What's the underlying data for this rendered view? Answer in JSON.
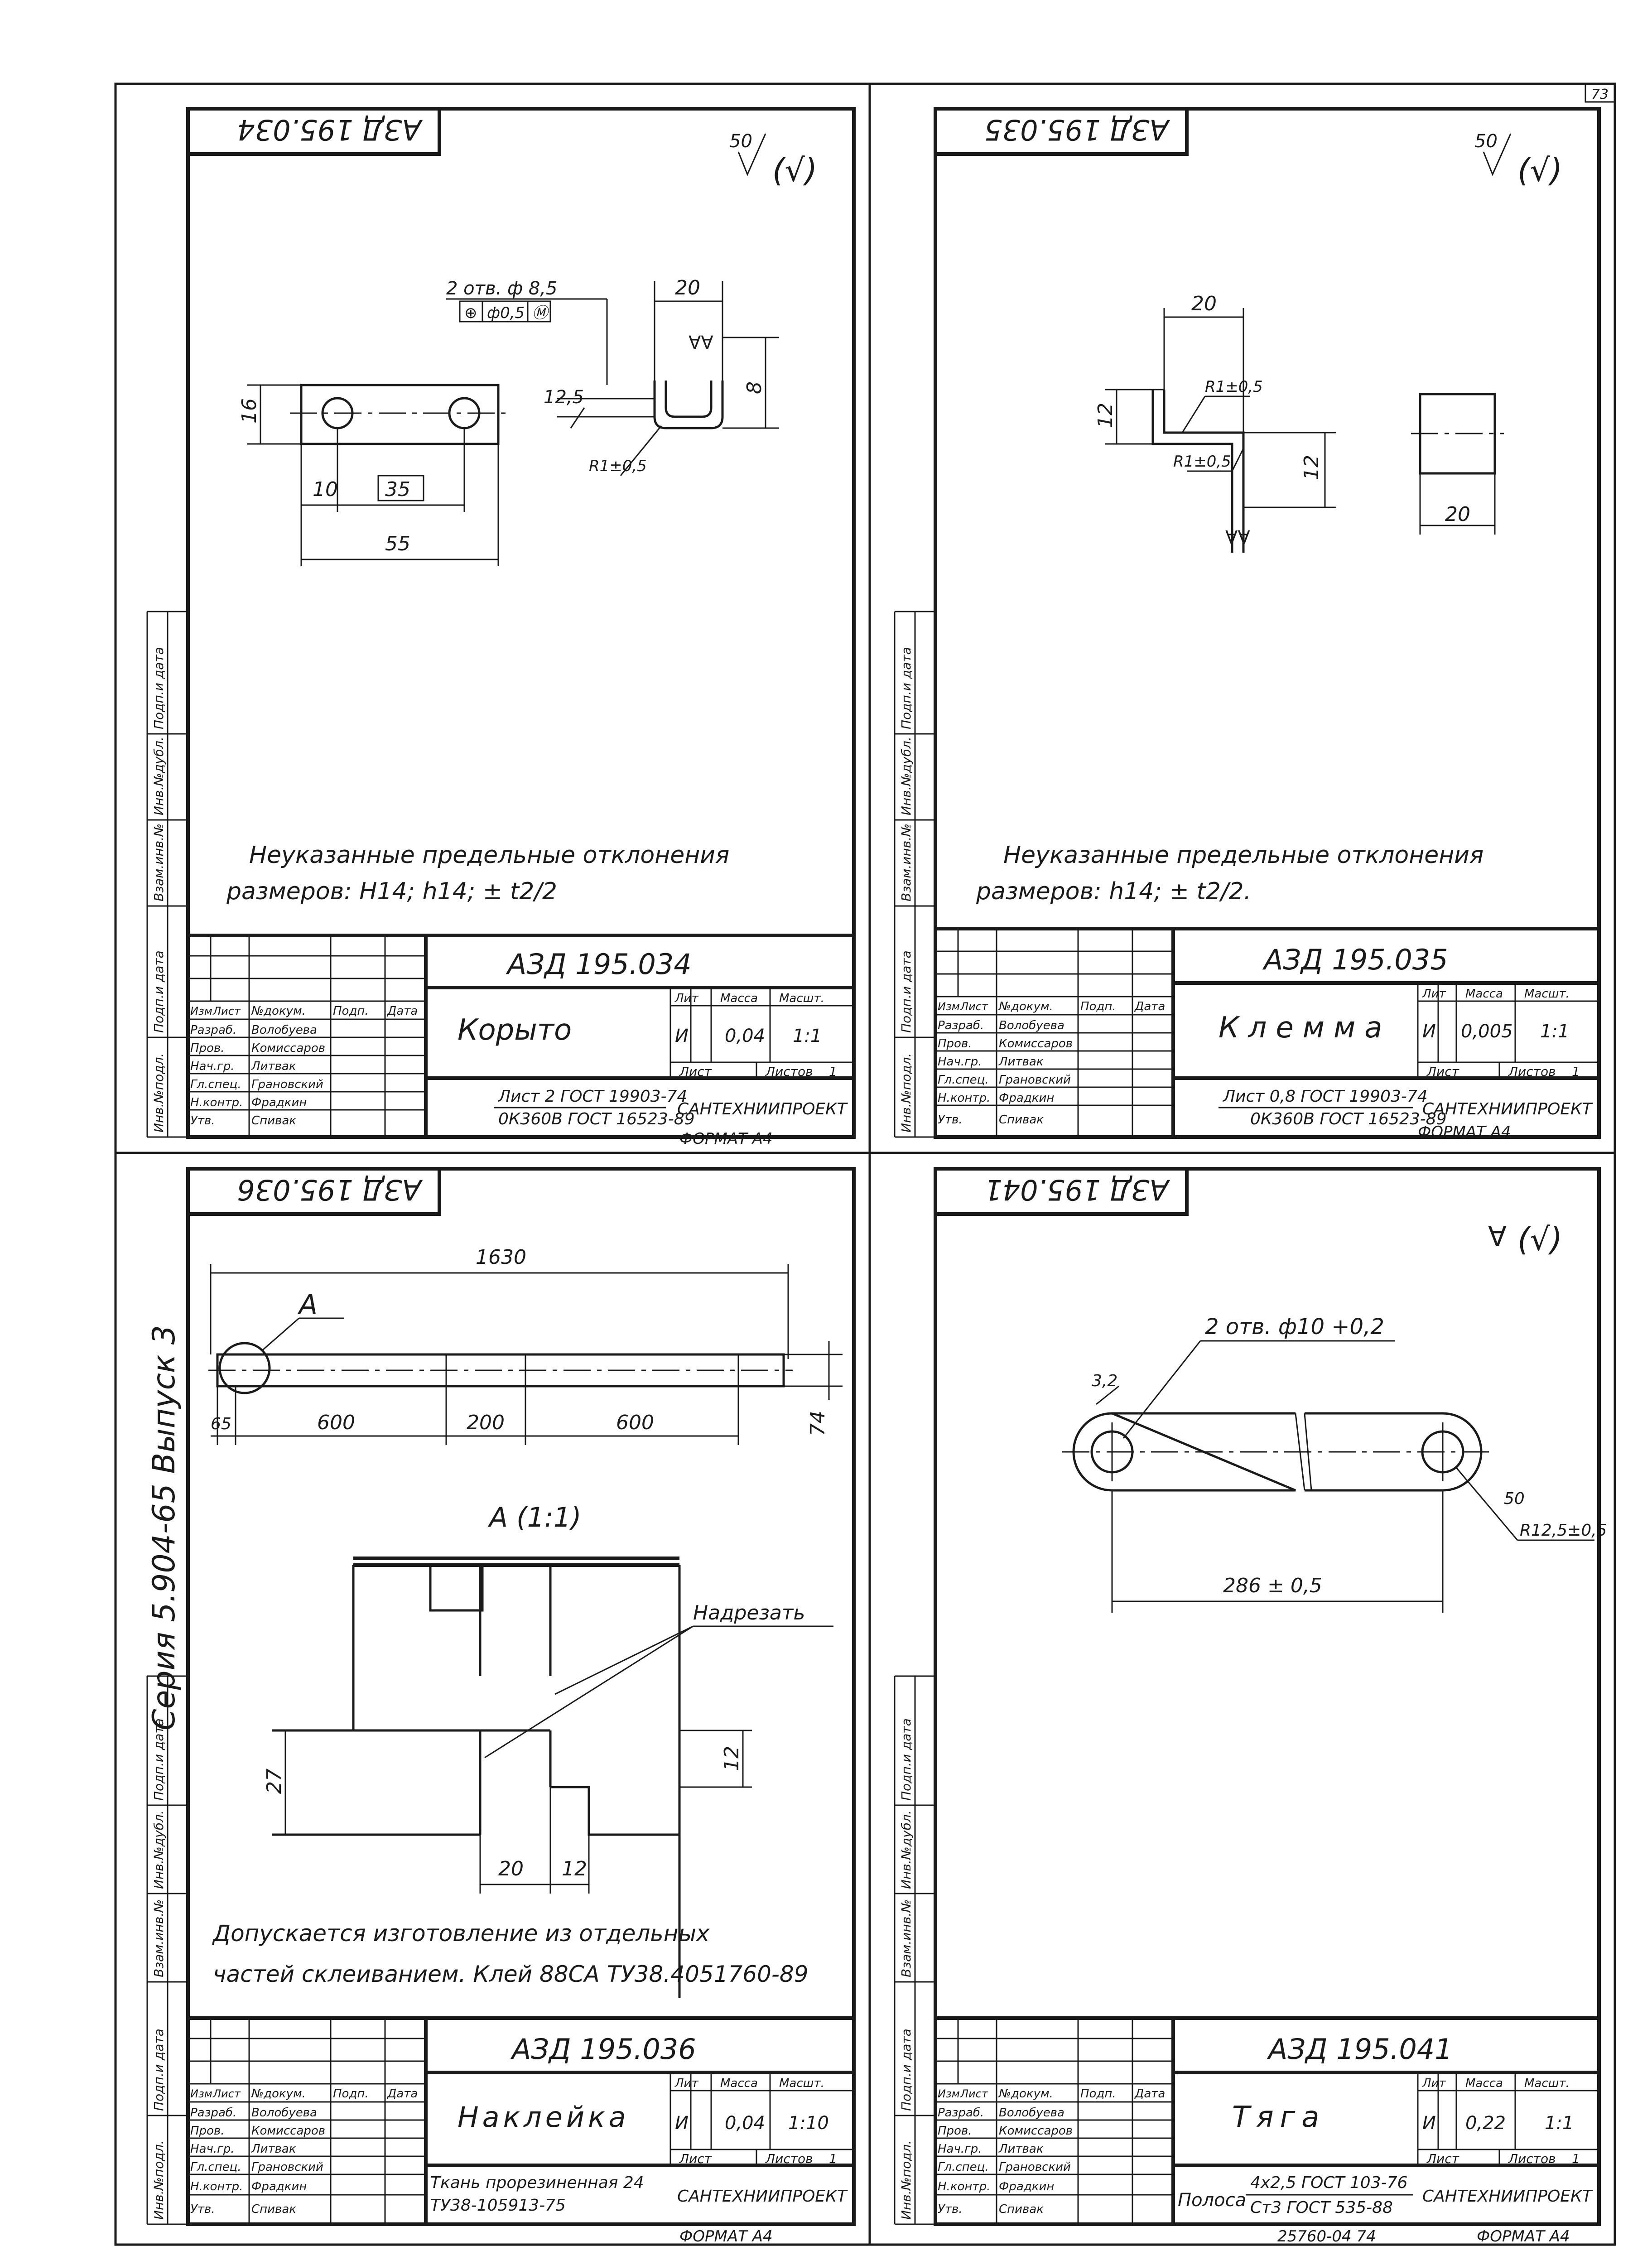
{
  "page": {
    "number": "73",
    "series_vertical": "Серия 5.904-65 Выпуск 3",
    "bottom_code": "25760-04 74",
    "format_label": "ФОРМАТ А4"
  },
  "side_labels": [
    "Инв.№подл.",
    "Подп.и дата",
    "Взам.инв.№",
    "Инв.№дубл.",
    "Подп.и дата"
  ],
  "title_block_common": {
    "row_labels": [
      "Изм",
      "Лист",
      "№докум.",
      "Подп.",
      "Дата"
    ],
    "staff": [
      {
        "role": "Разраб.",
        "name": "Волобуева"
      },
      {
        "role": "Пров.",
        "name": "Комиссаров"
      },
      {
        "role": "Нач.гр.",
        "name": "Литвак"
      },
      {
        "role": "Гл.спец.",
        "name": "Грановский"
      },
      {
        "role": "Н.контр.",
        "name": "Фрадкин"
      },
      {
        "role": "Утв.",
        "name": "Спивак"
      }
    ],
    "lit_label": "Лит",
    "mass_label": "Масса",
    "scale_label": "Масшт.",
    "sheet_label": "Лист",
    "sheets_label": "Листов",
    "org": "САНТЕХНИИПРОЕКТ"
  },
  "sheets": [
    {
      "code": "АЗД 195.034",
      "code_rotated": "АЗД 195.034",
      "name": "Корыто",
      "lit": "И",
      "mass": "0,04",
      "scale": "1:1",
      "sheets_value": "1",
      "material_top": "Лист 2 ГОСТ 19903-74",
      "material_bottom": "0К360В ГОСТ 16523-89",
      "roughness": "50",
      "note_line1": "Неуказанные предельные отклонения",
      "note_line2": "размеров: Н14; h14; ± t2/2",
      "dims": {
        "holes": "2 отв. ф 8,5",
        "tol": "ф0,5",
        "d16": "16",
        "d10": "10",
        "d35": "35",
        "d55": "55",
        "d20": "20",
        "d8": "8",
        "d125": "12,5",
        "r": "R1±0,5"
      }
    },
    {
      "code": "АЗД 195.035",
      "code_rotated": "АЗД 195.035",
      "name": "Клемма",
      "lit": "И",
      "mass": "0,005",
      "scale": "1:1",
      "sheets_value": "1",
      "material_top": "Лист 0,8 ГОСТ 19903-74",
      "material_bottom": "0К360В ГОСТ 16523-89",
      "roughness": "50",
      "note_line1": "Неуказанные предельные отклонения",
      "note_line2": "размеров: h14; ± t2/2.",
      "dims": {
        "d20": "20",
        "d12a": "12",
        "d12b": "12",
        "r1": "R1±0,5",
        "r2": "R1±0,5",
        "d20b": "20"
      }
    },
    {
      "code": "АЗД 195.036",
      "code_rotated": "АЗД 195.036",
      "name": "Наклейка",
      "lit": "И",
      "mass": "0,04",
      "scale": "1:10",
      "sheets_value": "1",
      "material_top": "Ткань прорезиненная 24",
      "material_bottom": "ТУ38-105913-75",
      "note_line1": "Допускается изготовление из отдельных",
      "note_line2": "частей склеиванием. Клей 88СА ТУ38.4051760-89",
      "dims": {
        "d1630": "1630",
        "a": "А",
        "d65": "65",
        "d600a": "600",
        "d200": "200",
        "d600b": "600",
        "d74": "74",
        "detail": "А (1:1)",
        "cut": "Надрезать",
        "d27": "27",
        "d12": "12",
        "d20": "20",
        "d12b": "12"
      }
    },
    {
      "code": "АЗД 195.041",
      "code_rotated": "АЗД 195.041",
      "name": "Тяга",
      "lit": "И",
      "mass": "0,22",
      "scale": "1:1",
      "sheets_value": "1",
      "material_prefix": "Полоса",
      "material_top": "4х2,5 ГОСТ 103-76",
      "material_bottom": "Ст3 ГОСТ 535-88",
      "dims": {
        "holes": "2 отв. ф10 +0,2",
        "d32": "3,2",
        "d50": "50",
        "r": "R12,5±0,5",
        "d286": "286 ± 0,5"
      }
    }
  ]
}
